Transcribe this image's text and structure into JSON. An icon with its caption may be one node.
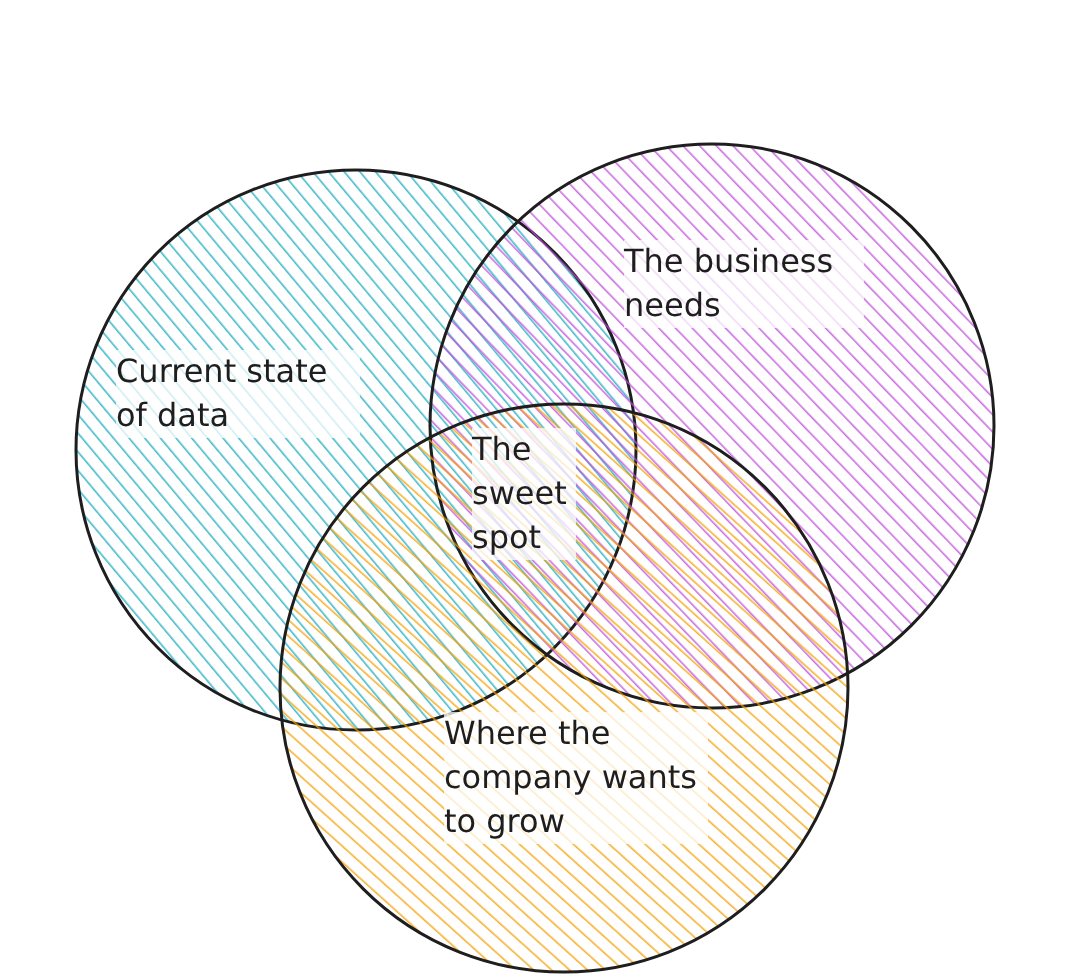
{
  "diagram": {
    "nodes": [
      {
        "text": [
          "Current state of data"
        ]
      },
      {
        "text": [
          "The business needs"
        ]
      },
      {
        "text": [
          "Where the company wants to grow"
        ]
      }
    ],
    "labels": [
      "The sweet spot"
    ]
  }
}
